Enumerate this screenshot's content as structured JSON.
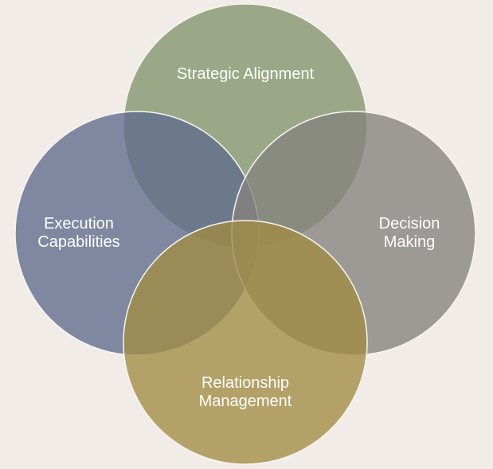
{
  "background_color": "#f1ece8",
  "diagram": {
    "type": "four-circle venn",
    "circles": [
      {
        "id": "strategic-alignment",
        "lines": [
          "Strategic Alignment"
        ],
        "color": "#81956b"
      },
      {
        "id": "execution-capabilities",
        "lines": [
          "Execution",
          "Capabilities"
        ],
        "color": "#5f6b8c"
      },
      {
        "id": "decision-making",
        "lines": [
          "Decision",
          "Making"
        ],
        "color": "#85837d"
      },
      {
        "id": "relationship-management",
        "lines": [
          "Relationship",
          "Management"
        ],
        "color": "#a18c42"
      }
    ]
  }
}
